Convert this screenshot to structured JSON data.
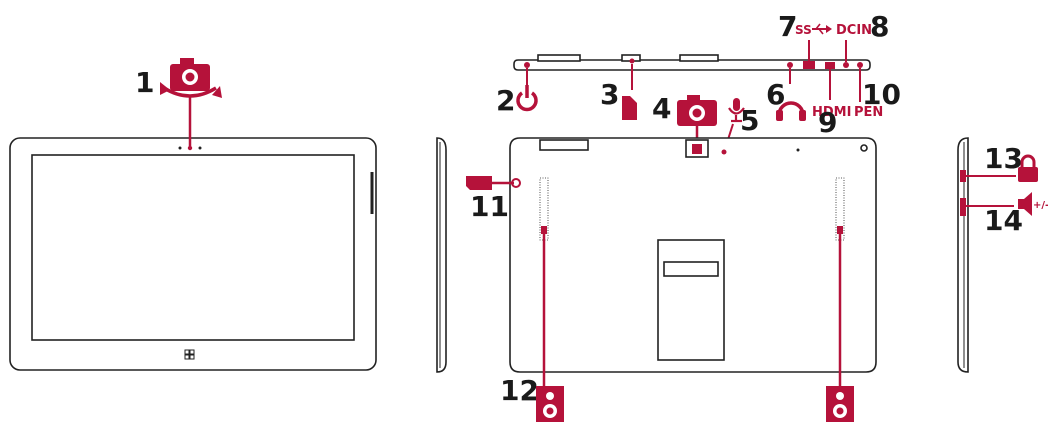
{
  "callouts": {
    "n1": "1",
    "n2": "2",
    "n3": "3",
    "n4": "4",
    "n5": "5",
    "n6": "6",
    "n7": "7",
    "n8": "8",
    "n9": "9",
    "n10": "10",
    "n11": "11",
    "n12": "12",
    "n13": "13",
    "n14": "14"
  },
  "port_labels": {
    "usb": "SS",
    "dcin": "DCIN",
    "hdmi": "HDMI",
    "pen": "PEN",
    "volume": "+/-"
  },
  "colors": {
    "accent": "#b5123a",
    "outline": "#222222"
  },
  "icons": [
    "rotate-camera-icon",
    "power-icon",
    "sd-card-icon",
    "camera-icon",
    "microphone-icon",
    "headphones-icon",
    "usb-icon",
    "microsd-icon",
    "speaker-icon",
    "lock-icon",
    "volume-icon",
    "windows-logo-icon"
  ]
}
